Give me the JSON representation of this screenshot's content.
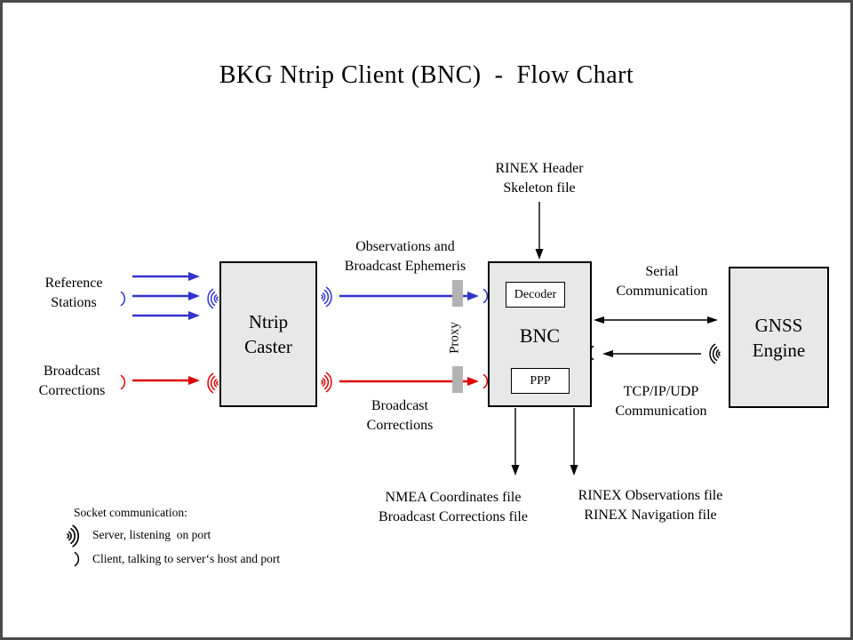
{
  "title": "BKG Ntrip Client (BNC)  -  Flow Chart",
  "colors": {
    "arrow_blue": "#3333cc",
    "arrow_red": "#dd0000",
    "arrow_black": "#000000",
    "node_fill": "#e8e8e8",
    "proxy_bar": "#b3b3b3",
    "frame": "#4a4a4a"
  },
  "nodes": {
    "ntrip_caster": {
      "line1": "Ntrip",
      "line2": "Caster"
    },
    "bnc": {
      "name": "BNC",
      "decoder": "Decoder",
      "ppp": "PPP"
    },
    "gnss_engine": {
      "line1": "GNSS",
      "line2": "Engine"
    }
  },
  "labels": {
    "reference_stations": {
      "line1": "Reference",
      "line2": "Stations"
    },
    "broadcast_corrections_input": {
      "line1": "Broadcast",
      "line2": "Corrections"
    },
    "observations_ephemeris": {
      "line1": "Observations and",
      "line2": "Broadcast Ephemeris"
    },
    "broadcast_corrections_stream": {
      "line1": "Broadcast",
      "line2": "Corrections"
    },
    "rinex_header": {
      "line1": "RINEX Header",
      "line2": "Skeleton file"
    },
    "serial_comm": {
      "line1": "Serial",
      "line2": "Communication"
    },
    "tcp_comm": {
      "line1": "TCP/IP/UDP",
      "line2": "Communication"
    },
    "proxy": "Proxy",
    "nmea_output": {
      "line1": "NMEA Coordinates file",
      "line2": "Broadcast Corrections file"
    },
    "rinex_output": {
      "line1": "RINEX Observations file",
      "line2": "RINEX Navigation file"
    }
  },
  "legend": {
    "title": "Socket communication:",
    "server": "Server, listening  on port",
    "client": "Client, talking to server‘s host and port"
  }
}
